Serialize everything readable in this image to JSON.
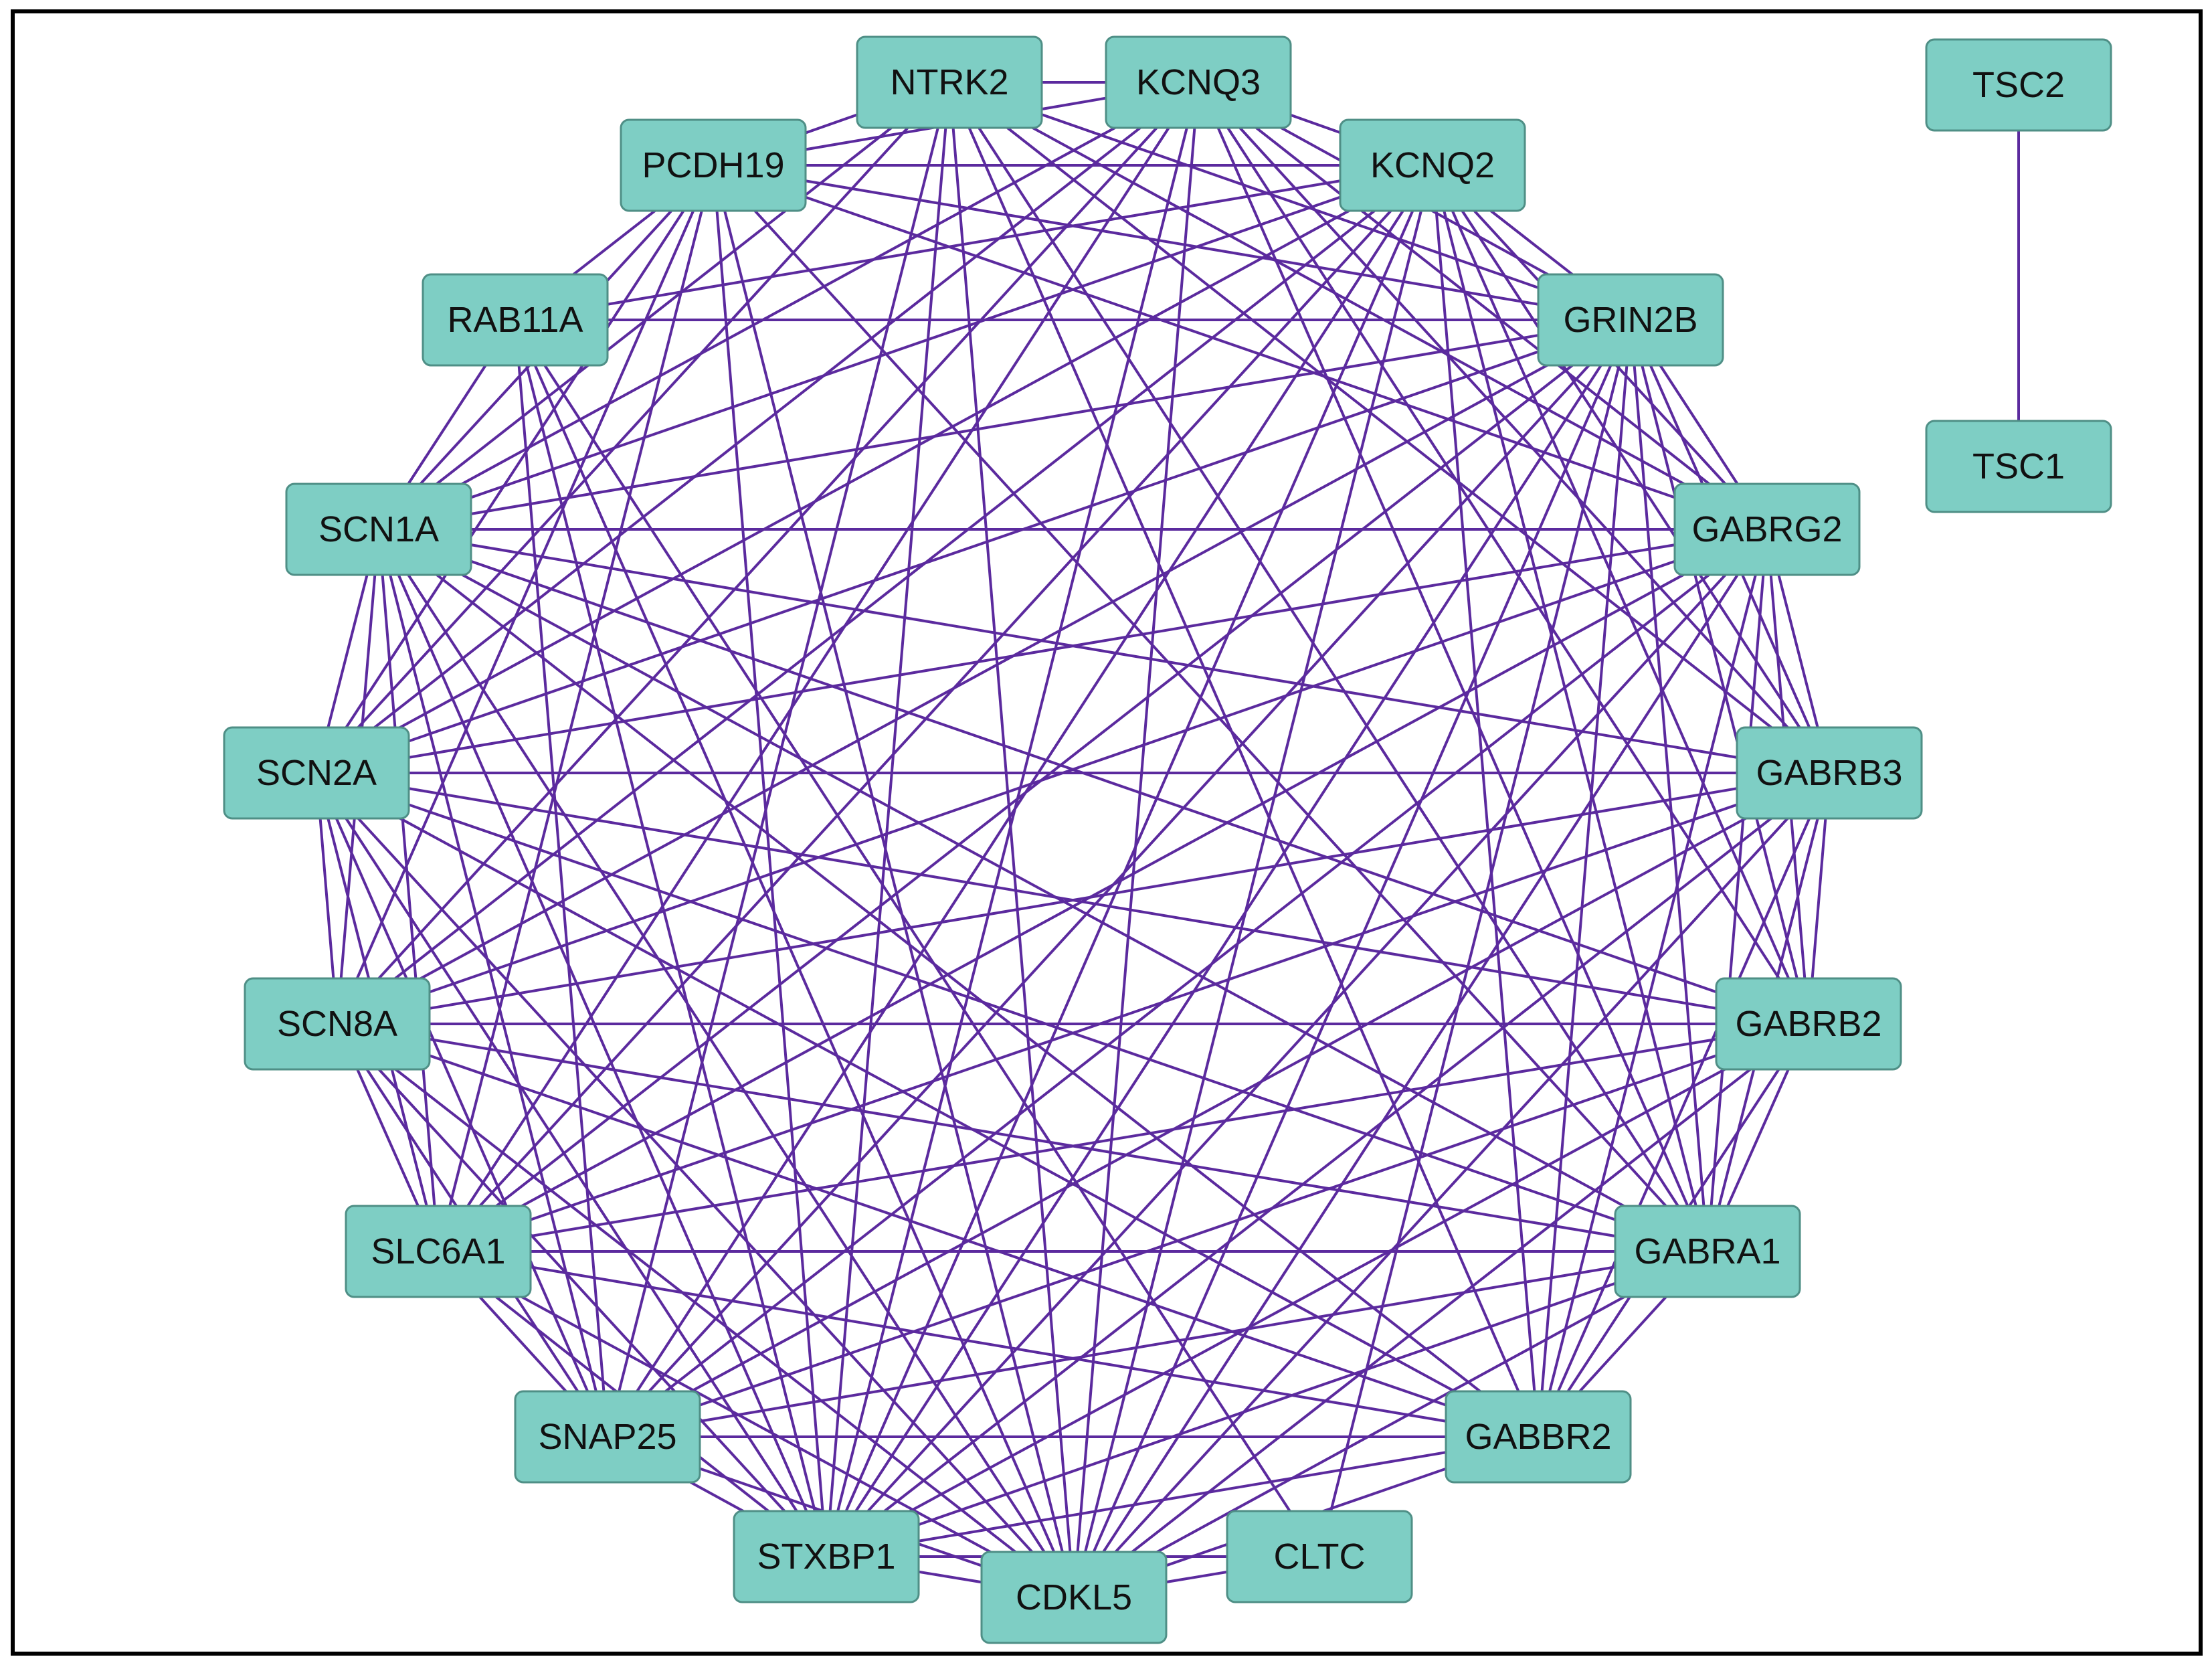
{
  "diagram": {
    "type": "network",
    "edge_color": "#5b2a9e",
    "node_color": "#7ecec4",
    "nodes": [
      {
        "id": "NTRK2",
        "label": "NTRK2"
      },
      {
        "id": "KCNQ3",
        "label": "KCNQ3"
      },
      {
        "id": "KCNQ2",
        "label": "KCNQ2"
      },
      {
        "id": "GRIN2B",
        "label": "GRIN2B"
      },
      {
        "id": "GABRG2",
        "label": "GABRG2"
      },
      {
        "id": "GABRB3",
        "label": "GABRB3"
      },
      {
        "id": "GABRB2",
        "label": "GABRB2"
      },
      {
        "id": "GABRA1",
        "label": "GABRA1"
      },
      {
        "id": "GABBR2",
        "label": "GABBR2"
      },
      {
        "id": "CLTC",
        "label": "CLTC"
      },
      {
        "id": "CDKL5",
        "label": "CDKL5"
      },
      {
        "id": "STXBP1",
        "label": "STXBP1"
      },
      {
        "id": "SNAP25",
        "label": "SNAP25"
      },
      {
        "id": "SLC6A1",
        "label": "SLC6A1"
      },
      {
        "id": "SCN8A",
        "label": "SCN8A"
      },
      {
        "id": "SCN2A",
        "label": "SCN2A"
      },
      {
        "id": "SCN1A",
        "label": "SCN1A"
      },
      {
        "id": "RAB11A",
        "label": "RAB11A"
      },
      {
        "id": "PCDH19",
        "label": "PCDH19"
      },
      {
        "id": "TSC2",
        "label": "TSC2"
      },
      {
        "id": "TSC1",
        "label": "TSC1"
      }
    ],
    "edges": [
      [
        "PCDH19",
        "KCNQ2"
      ],
      [
        "PCDH19",
        "NTRK2"
      ],
      [
        "PCDH19",
        "KCNQ3"
      ],
      [
        "PCDH19",
        "RAB11A"
      ],
      [
        "PCDH19",
        "SCN1A"
      ],
      [
        "PCDH19",
        "SCN2A"
      ],
      [
        "PCDH19",
        "SCN8A"
      ],
      [
        "PCDH19",
        "STXBP1"
      ],
      [
        "PCDH19",
        "CDKL5"
      ],
      [
        "PCDH19",
        "GABRG2"
      ],
      [
        "PCDH19",
        "GRIN2B"
      ],
      [
        "PCDH19",
        "GABRA1"
      ],
      [
        "PCDH19",
        "SLC6A1"
      ],
      [
        "NTRK2",
        "KCNQ3"
      ],
      [
        "NTRK2",
        "GRIN2B"
      ],
      [
        "NTRK2",
        "GABRG2"
      ],
      [
        "NTRK2",
        "GABRB3"
      ],
      [
        "NTRK2",
        "GABRA1"
      ],
      [
        "NTRK2",
        "CDKL5"
      ],
      [
        "NTRK2",
        "STXBP1"
      ],
      [
        "NTRK2",
        "SCN1A"
      ],
      [
        "NTRK2",
        "SCN2A"
      ],
      [
        "NTRK2",
        "GABBR2"
      ],
      [
        "NTRK2",
        "SNAP25"
      ],
      [
        "KCNQ3",
        "KCNQ2"
      ],
      [
        "KCNQ3",
        "GRIN2B"
      ],
      [
        "KCNQ3",
        "GABRG2"
      ],
      [
        "KCNQ3",
        "GABRB3"
      ],
      [
        "KCNQ3",
        "SCN1A"
      ],
      [
        "KCNQ3",
        "SCN2A"
      ],
      [
        "KCNQ3",
        "SCN8A"
      ],
      [
        "KCNQ3",
        "CDKL5"
      ],
      [
        "KCNQ3",
        "STXBP1"
      ],
      [
        "KCNQ3",
        "GABRA1"
      ],
      [
        "KCNQ3",
        "SLC6A1"
      ],
      [
        "KCNQ3",
        "GABRB2"
      ],
      [
        "KCNQ2",
        "GRIN2B"
      ],
      [
        "KCNQ2",
        "GABRG2"
      ],
      [
        "KCNQ2",
        "GABRB3"
      ],
      [
        "KCNQ2",
        "GABRB2"
      ],
      [
        "KCNQ2",
        "GABRA1"
      ],
      [
        "KCNQ2",
        "SCN1A"
      ],
      [
        "KCNQ2",
        "SCN2A"
      ],
      [
        "KCNQ2",
        "SCN8A"
      ],
      [
        "KCNQ2",
        "CDKL5"
      ],
      [
        "KCNQ2",
        "STXBP1"
      ],
      [
        "KCNQ2",
        "SLC6A1"
      ],
      [
        "KCNQ2",
        "SNAP25"
      ],
      [
        "KCNQ2",
        "GABBR2"
      ],
      [
        "KCNQ2",
        "RAB11A"
      ],
      [
        "GRIN2B",
        "RAB11A"
      ],
      [
        "GRIN2B",
        "GABRG2"
      ],
      [
        "GRIN2B",
        "GABRB3"
      ],
      [
        "GRIN2B",
        "GABRB2"
      ],
      [
        "GRIN2B",
        "GABRA1"
      ],
      [
        "GRIN2B",
        "GABBR2"
      ],
      [
        "GRIN2B",
        "SCN1A"
      ],
      [
        "GRIN2B",
        "SCN2A"
      ],
      [
        "GRIN2B",
        "SCN8A"
      ],
      [
        "GRIN2B",
        "SLC6A1"
      ],
      [
        "GRIN2B",
        "SNAP25"
      ],
      [
        "GRIN2B",
        "STXBP1"
      ],
      [
        "GRIN2B",
        "CDKL5"
      ],
      [
        "GRIN2B",
        "CLTC"
      ],
      [
        "GABRG2",
        "SCN1A"
      ],
      [
        "GABRG2",
        "GABRB3"
      ],
      [
        "GABRG2",
        "GABRB2"
      ],
      [
        "GABRG2",
        "GABRA1"
      ],
      [
        "GABRG2",
        "GABBR2"
      ],
      [
        "GABRG2",
        "SCN2A"
      ],
      [
        "GABRG2",
        "SCN8A"
      ],
      [
        "GABRG2",
        "SLC6A1"
      ],
      [
        "GABRG2",
        "STXBP1"
      ],
      [
        "GABRG2",
        "CDKL5"
      ],
      [
        "GABRG2",
        "SNAP25"
      ],
      [
        "GABRB3",
        "SCN2A"
      ],
      [
        "GABRB3",
        "GABRB2"
      ],
      [
        "GABRB3",
        "GABRA1"
      ],
      [
        "GABRB3",
        "GABBR2"
      ],
      [
        "GABRB3",
        "SCN1A"
      ],
      [
        "GABRB3",
        "SCN8A"
      ],
      [
        "GABRB3",
        "SLC6A1"
      ],
      [
        "GABRB3",
        "STXBP1"
      ],
      [
        "GABRB3",
        "CDKL5"
      ],
      [
        "GABRB3",
        "SNAP25"
      ],
      [
        "GABRB2",
        "GABRA1"
      ],
      [
        "GABRB2",
        "GABBR2"
      ],
      [
        "GABRB2",
        "SCN1A"
      ],
      [
        "GABRB2",
        "SCN2A"
      ],
      [
        "GABRB2",
        "SCN8A"
      ],
      [
        "GABRB2",
        "SLC6A1"
      ],
      [
        "GABRB2",
        "STXBP1"
      ],
      [
        "GABRB2",
        "CDKL5"
      ],
      [
        "GABRB2",
        "SNAP25"
      ],
      [
        "GABRA1",
        "SLC6A1"
      ],
      [
        "GABRA1",
        "GABBR2"
      ],
      [
        "GABRA1",
        "SCN1A"
      ],
      [
        "GABRA1",
        "SCN2A"
      ],
      [
        "GABRA1",
        "SCN8A"
      ],
      [
        "GABRA1",
        "STXBP1"
      ],
      [
        "GABRA1",
        "CDKL5"
      ],
      [
        "GABRA1",
        "SNAP25"
      ],
      [
        "GABBR2",
        "SCN1A"
      ],
      [
        "GABBR2",
        "SCN2A"
      ],
      [
        "GABBR2",
        "SCN8A"
      ],
      [
        "GABBR2",
        "SLC6A1"
      ],
      [
        "GABBR2",
        "STXBP1"
      ],
      [
        "GABBR2",
        "CDKL5"
      ],
      [
        "GABBR2",
        "SNAP25"
      ],
      [
        "CLTC",
        "CDKL5"
      ],
      [
        "CLTC",
        "STXBP1"
      ],
      [
        "CLTC",
        "RAB11A"
      ],
      [
        "CDKL5",
        "STXBP1"
      ],
      [
        "CDKL5",
        "SNAP25"
      ],
      [
        "CDKL5",
        "SLC6A1"
      ],
      [
        "CDKL5",
        "SCN8A"
      ],
      [
        "CDKL5",
        "SCN2A"
      ],
      [
        "CDKL5",
        "SCN1A"
      ],
      [
        "CDKL5",
        "RAB11A"
      ],
      [
        "STXBP1",
        "SNAP25"
      ],
      [
        "STXBP1",
        "SLC6A1"
      ],
      [
        "STXBP1",
        "SCN8A"
      ],
      [
        "STXBP1",
        "SCN2A"
      ],
      [
        "STXBP1",
        "SCN1A"
      ],
      [
        "STXBP1",
        "RAB11A"
      ],
      [
        "SNAP25",
        "SLC6A1"
      ],
      [
        "SNAP25",
        "SCN8A"
      ],
      [
        "SNAP25",
        "SCN2A"
      ],
      [
        "SNAP25",
        "SCN1A"
      ],
      [
        "SNAP25",
        "RAB11A"
      ],
      [
        "SLC6A1",
        "SCN8A"
      ],
      [
        "SLC6A1",
        "SCN2A"
      ],
      [
        "SLC6A1",
        "SCN1A"
      ],
      [
        "SCN8A",
        "SCN2A"
      ],
      [
        "SCN8A",
        "SCN1A"
      ],
      [
        "SCN2A",
        "SCN1A"
      ],
      [
        "SCN1A",
        "RAB11A"
      ],
      [
        "TSC2",
        "TSC1"
      ]
    ]
  }
}
